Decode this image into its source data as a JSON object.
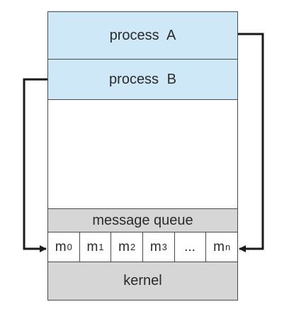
{
  "processes": [
    {
      "label": "process  A"
    },
    {
      "label": "process  B"
    }
  ],
  "message_queue": {
    "label": "message queue",
    "cells": [
      {
        "main": "m",
        "sub": "0"
      },
      {
        "main": "m",
        "sub": "1"
      },
      {
        "main": "m",
        "sub": "2"
      },
      {
        "main": "m",
        "sub": "3"
      },
      {
        "main": "...",
        "sub": ""
      },
      {
        "main": "m",
        "sub": "n"
      }
    ]
  },
  "kernel": {
    "label": "kernel"
  }
}
